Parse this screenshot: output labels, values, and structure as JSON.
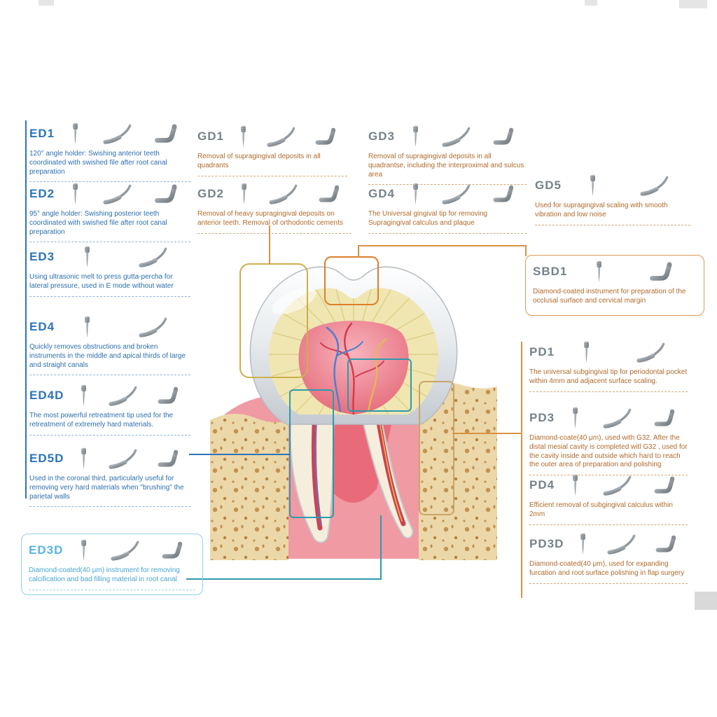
{
  "colors": {
    "ed_blue": "#2d74b9",
    "ed3d_light_blue": "#58b6e0",
    "label_gray": "#76828a",
    "desc_orange": "#b06a2c",
    "connector_orange": "#d99243",
    "connector_teal": "#2f9aaa",
    "highlight_yellow": "#ccb04e",
    "highlight_orange": "#dd7f2b",
    "highlight_teal": "#2f9aaa",
    "highlight_tan": "#c9a567"
  },
  "ed": {
    "items": [
      {
        "id": "ED1",
        "desc": "120° angle holder: Swishing anterior teeth coordinated with swished file after root canal preparation"
      },
      {
        "id": "ED2",
        "desc": "95° angle holder: Swishing posterior teeth coordinated with swished file after root canal preparation"
      },
      {
        "id": "ED3",
        "desc": "Using ultrasonic melt to press gutta-percha for lateral pressure, used in E mode without water"
      },
      {
        "id": "ED4",
        "desc": "Quickly removes obstructions and broken instruments in the middle and apical thirds of large and straight canals"
      },
      {
        "id": "ED4D",
        "desc": "The most powerful retreatment tip used for the retreatment of extremely hard materials."
      },
      {
        "id": "ED5D",
        "desc": "Used in the coronal third, particularly useful for removing very hard materials when \"brushing\" the parietal walls"
      }
    ]
  },
  "ed3d": {
    "id": "ED3D",
    "desc": "Diamond-coated(40 μm) instrument for removing calcification and bad filling material in root canal"
  },
  "gd": {
    "items": [
      {
        "id": "GD1",
        "desc": "Removal of supragingival deposits in all quadrants"
      },
      {
        "id": "GD2",
        "desc": "Removal of heavy supragingival deposits on anterior teeth. Removal of orthodontic cements"
      },
      {
        "id": "GD3",
        "desc": "Removal of supragingival deposits in all quadrantse, including the interproximal and sulcus area"
      },
      {
        "id": "GD4",
        "desc": "The Universal gingival tip for removing Supragingival calculus and plaque"
      },
      {
        "id": "GD5",
        "desc": "Used for supragingival scaling with smooth vibration and low noise"
      }
    ]
  },
  "sbd": {
    "id": "SBD1",
    "desc": "Diamond-coated instrument for preparation of the occlusal surface and cervical margin"
  },
  "pd": {
    "items": [
      {
        "id": "PD1",
        "desc": "The universal subgingival tip for periodontal pocket within 4mm and adjacent surface scaling."
      },
      {
        "id": "PD3",
        "desc": "Diamond-coate(40 μm), used with G32. After the distal mesial cavity is completed witl G32 , used for the cavity inside and outside which hard to reach the outer area of preparation and polishing"
      },
      {
        "id": "PD4",
        "desc": "Efficient removal of subgingival calculus within 2mm"
      },
      {
        "id": "PD3D",
        "desc": "Diamond-coated(40 μm), used for expanding furcation and root surface polishing in flap surgery"
      }
    ]
  }
}
